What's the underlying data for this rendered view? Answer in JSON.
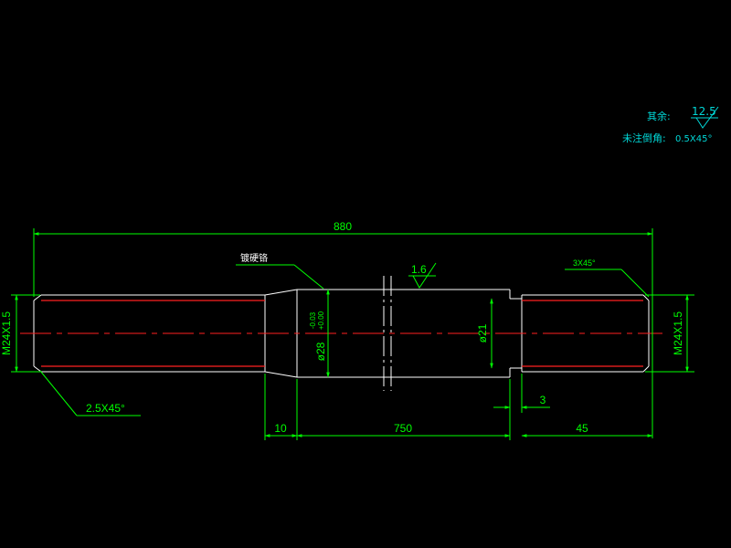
{
  "notes": {
    "remaining_label": "其余:",
    "remaining_roughness": "12.5",
    "unspecified_chamfer_label": "未注倒角:",
    "unspecified_chamfer_value": "0.5X45°"
  },
  "dimensions": {
    "overall_length": "880",
    "len_10": "10",
    "len_750": "750",
    "len_45": "45",
    "len_3": "3",
    "thread_left": "M24X1.5",
    "thread_right": "M24X1.5",
    "dia_21": "ø21",
    "dia_28": "ø28",
    "tol_upper": "-0.03",
    "tol_lower": "+0.00"
  },
  "annotations": {
    "chamfer_left": "2.5X45°",
    "chamfer_right": "3X45°",
    "roughness_top": "1.6",
    "surface_note": "镀硬铬"
  },
  "colors": {
    "outline": "#ffffff",
    "dimension": "#00ff00",
    "centerline": "#ff2020",
    "note": "#00d8d8",
    "background": "#000000"
  }
}
